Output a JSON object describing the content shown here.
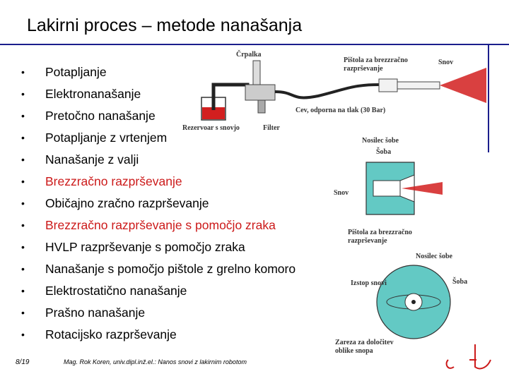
{
  "slide": {
    "title": "Lakirni proces – metode nanašanja",
    "page_number": "8/19",
    "footer": "Mag. Rok Koren, univ.dipl.inž.el.: Nanos snovi z lakirnim robotom"
  },
  "bullets": [
    {
      "text": "Potapljanje",
      "color": "#000000"
    },
    {
      "text": "Elektronanašanje",
      "color": "#000000"
    },
    {
      "text": "Pretočno nanašanje",
      "color": "#000000"
    },
    {
      "text": "Potapljanje z vrtenjem",
      "color": "#000000"
    },
    {
      "text": "Nanašanje z valji",
      "color": "#000000"
    },
    {
      "text": "Brezzračno razprševanje",
      "color": "#cc1a1a"
    },
    {
      "text": "Običajno zračno razprševanje",
      "color": "#000000"
    },
    {
      "text": "Brezzračno razprševanje s pomočjo zraka",
      "color": "#cc1a1a"
    },
    {
      "text": "HVLP razprševanje s pomočjo zraka",
      "color": "#000000"
    },
    {
      "text": "Nanašanje s pomočjo pištole z grelno komoro",
      "color": "#000000"
    },
    {
      "text": "Elektrostatično nanašanje",
      "color": "#000000"
    },
    {
      "text": "Prašno nanašanje",
      "color": "#000000"
    },
    {
      "text": "Rotacijsko razprševanje",
      "color": "#000000"
    }
  ],
  "bullet_symbol": "•",
  "diagram1": {
    "label_pump": "Črpalka",
    "label_gun": "Pištola za brezzračno razprševanje",
    "label_paint": "Snov",
    "label_hose": "Cev, odporna na tlak (30 Bar)",
    "label_reservoir": "Rezervoar s snovjo",
    "label_filter": "Filter"
  },
  "diagram2": {
    "label_nozzle_holder": "Nosilec šobe",
    "label_nozzle": "Šoba",
    "label_paint": "Snov",
    "label_gun": "Pištola za brezzračno razprševanje"
  },
  "diagram3": {
    "label_nozzle_holder": "Nosilec šobe",
    "label_outlet": "Izstop snovi",
    "label_nozzle": "Šoba",
    "label_notch": "Zareza za določitev oblike snopa"
  },
  "colors": {
    "accent_rule": "#1b1e8c",
    "red_text": "#cc1a1a",
    "paint_red": "#d21f1f",
    "gun_teal": "#63c9c4"
  }
}
